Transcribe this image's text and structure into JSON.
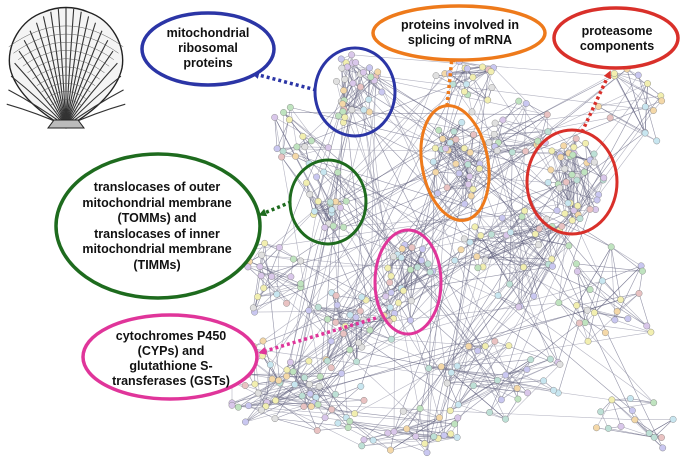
{
  "figure": {
    "shell_image": "scallop-shell-illustration",
    "network_image": "protein-interaction-network",
    "labels": {
      "mito_ribosomal": "mitochondrial ribosomal proteins",
      "splicing": "proteins involved in splicing of mRNA",
      "proteasome": "proteasome components",
      "translocases": "translocases of outer mitochondrial membrane (TOMMs) and translocases of inner mitochondrial membrane (TIMMs)",
      "cyp_gst": "cytochromes P450 (CYPs) and glutathione S-transferases (GSTs)"
    },
    "colors": {
      "mito_ribosomal": "#2b35a6",
      "splicing": "#ee7a1b",
      "proteasome": "#d9302a",
      "translocases": "#1e6b1e",
      "cyp_gst": "#e0359a"
    }
  }
}
